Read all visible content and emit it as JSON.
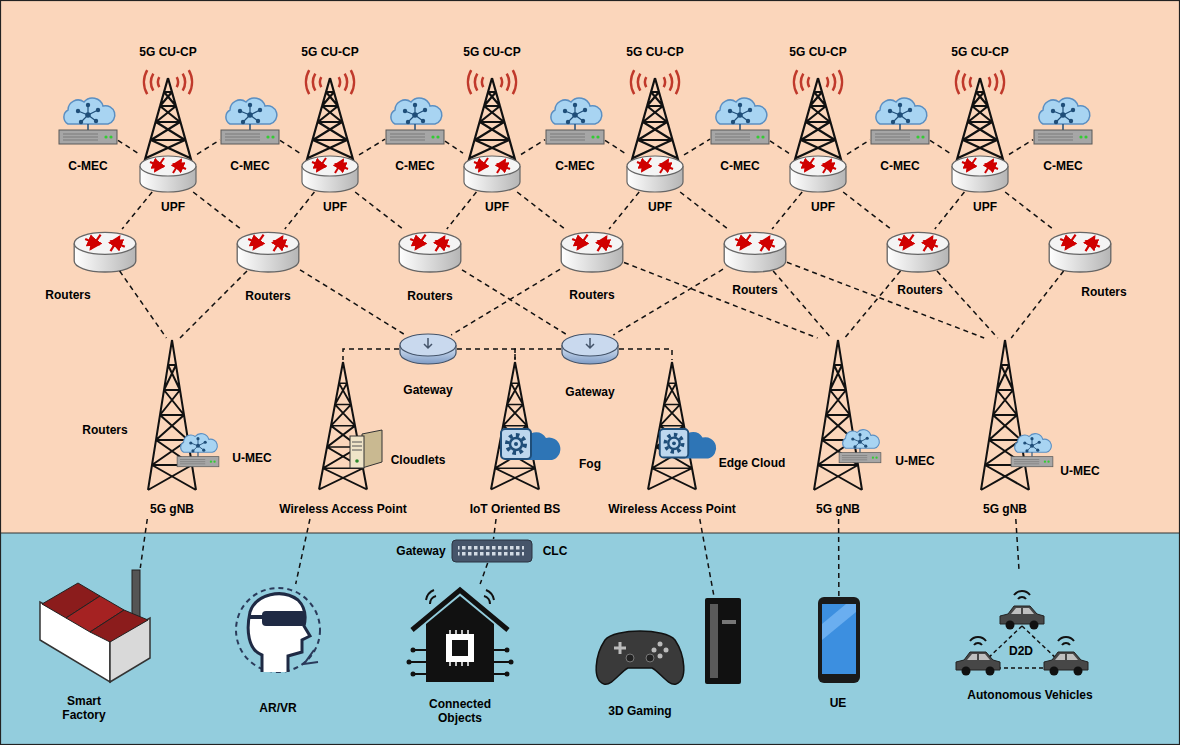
{
  "diagram": {
    "nodes": [
      {
        "text": [
          "C-MEC"
        ]
      },
      {
        "text": [
          "UPF"
        ]
      },
      {
        "text": [
          "C-MEC"
        ]
      },
      {
        "text": [
          "UPF"
        ]
      },
      {
        "text": [
          "C-MEC"
        ]
      },
      {
        "text": [
          "UPF"
        ]
      },
      {
        "text": [
          "C-MEC"
        ]
      },
      {
        "text": [
          "UPF"
        ]
      },
      {
        "text": [
          "C-MEC"
        ]
      },
      {
        "text": [
          "UPF"
        ]
      },
      {
        "text": [
          "C-MEC"
        ]
      },
      {
        "text": [
          "UPF"
        ]
      },
      {
        "text": [
          "C-MEC"
        ]
      },
      {
        "text": [
          "Routers"
        ]
      },
      {
        "text": [
          "Routers"
        ]
      },
      {
        "text": [
          "Routers"
        ]
      },
      {
        "text": [
          "Routers"
        ]
      },
      {
        "text": [
          "Routers"
        ]
      },
      {
        "text": [
          "Routers"
        ]
      },
      {
        "text": [
          "Routers"
        ]
      },
      {
        "text": [
          "Gateway"
        ]
      },
      {
        "text": [
          "Gateway"
        ]
      },
      {
        "text": [
          "U-MEC",
          "5G gNB"
        ]
      },
      {
        "text": [
          "Cloudlets",
          "Wireless Access Point"
        ]
      },
      {
        "text": [
          "Fog",
          "IoT Oriented BS"
        ]
      },
      {
        "text": [
          "Edge Cloud",
          "Wireless Access Point"
        ]
      },
      {
        "text": [
          "U-MEC",
          "5G gNB"
        ]
      },
      {
        "text": [
          "U-MEC",
          "5G gNB"
        ]
      },
      {
        "text": [
          "Gateway",
          "CLC"
        ]
      },
      {
        "text": [
          "Smart Factory"
        ]
      },
      {
        "text": [
          "AR/VR"
        ]
      },
      {
        "text": [
          "Connected Objects"
        ]
      },
      {
        "text": [
          "3D Gaming"
        ]
      },
      {
        "text": [
          "UE"
        ]
      },
      {
        "text": [
          "Autonomous Vehicles"
        ]
      }
    ],
    "edges": [
      {
        "from": 0,
        "to": 1,
        "arrow": "none"
      },
      {
        "from": 1,
        "to": 2,
        "arrow": "none"
      },
      {
        "from": 2,
        "to": 3,
        "arrow": "none"
      },
      {
        "from": 3,
        "to": 4,
        "arrow": "none"
      },
      {
        "from": 4,
        "to": 5,
        "arrow": "none"
      },
      {
        "from": 5,
        "to": 6,
        "arrow": "none"
      },
      {
        "from": 6,
        "to": 7,
        "arrow": "none"
      },
      {
        "from": 7,
        "to": 8,
        "arrow": "none"
      },
      {
        "from": 8,
        "to": 9,
        "arrow": "none"
      },
      {
        "from": 9,
        "to": 10,
        "arrow": "none"
      },
      {
        "from": 10,
        "to": 11,
        "arrow": "none"
      },
      {
        "from": 11,
        "to": 12,
        "arrow": "none"
      },
      {
        "from": 1,
        "to": 13,
        "arrow": "none"
      },
      {
        "from": 1,
        "to": 14,
        "arrow": "none"
      },
      {
        "from": 3,
        "to": 14,
        "arrow": "none"
      },
      {
        "from": 3,
        "to": 15,
        "arrow": "none"
      },
      {
        "from": 5,
        "to": 15,
        "arrow": "none"
      },
      {
        "from": 5,
        "to": 16,
        "arrow": "none"
      },
      {
        "from": 7,
        "to": 16,
        "arrow": "none"
      },
      {
        "from": 7,
        "to": 17,
        "arrow": "none"
      },
      {
        "from": 9,
        "to": 17,
        "arrow": "none"
      },
      {
        "from": 9,
        "to": 18,
        "arrow": "none"
      },
      {
        "from": 11,
        "to": 18,
        "arrow": "none"
      },
      {
        "from": 11,
        "to": 19,
        "arrow": "none"
      },
      {
        "from": 13,
        "to": 22,
        "arrow": "none"
      },
      {
        "from": 14,
        "to": 22,
        "arrow": "none"
      },
      {
        "from": 14,
        "to": 20,
        "arrow": "none"
      },
      {
        "from": 16,
        "to": 20,
        "arrow": "none"
      },
      {
        "from": 15,
        "to": 21,
        "arrow": "none"
      },
      {
        "from": 17,
        "to": 21,
        "arrow": "none"
      },
      {
        "from": 16,
        "to": 26,
        "arrow": "none"
      },
      {
        "from": 17,
        "to": 26,
        "arrow": "none"
      },
      {
        "from": 18,
        "to": 26,
        "arrow": "none"
      },
      {
        "from": 17,
        "to": 27,
        "arrow": "none"
      },
      {
        "from": 18,
        "to": 27,
        "arrow": "none"
      },
      {
        "from": 19,
        "to": 27,
        "arrow": "none"
      },
      {
        "from": 20,
        "to": 23,
        "arrow": "none"
      },
      {
        "from": 20,
        "to": 24,
        "arrow": "none"
      },
      {
        "from": 21,
        "to": 24,
        "arrow": "none"
      },
      {
        "from": 21,
        "to": 25,
        "arrow": "none"
      },
      {
        "from": 22,
        "to": 29,
        "arrow": "none"
      },
      {
        "from": 23,
        "to": 30,
        "arrow": "none"
      },
      {
        "from": 24,
        "to": 28,
        "arrow": "none"
      },
      {
        "from": 28,
        "to": 31,
        "arrow": "none"
      },
      {
        "from": 25,
        "to": 32,
        "arrow": "none"
      },
      {
        "from": 26,
        "to": 33,
        "arrow": "none"
      },
      {
        "from": 27,
        "to": 34,
        "arrow": "none"
      }
    ],
    "labels": [
      "5G CU-CP",
      "5G CU-CP",
      "5G CU-CP",
      "5G CU-CP",
      "5G CU-CP",
      "5G CU-CP",
      "Routers",
      "D2D"
    ]
  }
}
